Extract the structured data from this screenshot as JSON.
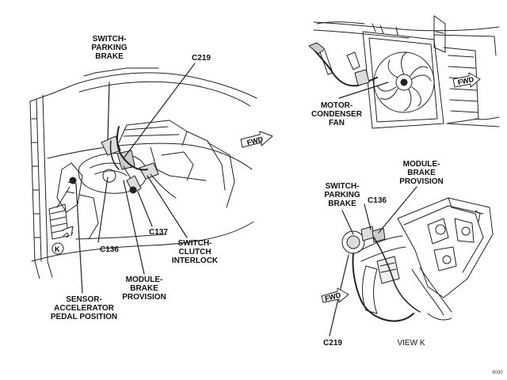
{
  "left_view": {
    "labels": {
      "switch_parking_brake": "SWITCH-\nPARKING\nBRAKE",
      "c219": "C219",
      "c137": "C137",
      "c136": "C136",
      "switch_clutch_interlock": "SWITCH-\nCLUTCH\nINTERLOCK",
      "module_brake_provision": "MODULE-\nBRAKE\nPROVISION",
      "sensor_accelerator": "SENSOR-\nACCELERATOR\nPEDAL POSITION",
      "fwd": "FWD",
      "view_marker": "K"
    }
  },
  "top_right_view": {
    "labels": {
      "motor_condenser_fan": "MOTOR-\nCONDENSER\nFAN",
      "fwd": "FWD"
    }
  },
  "bottom_right_view": {
    "labels": {
      "module_brake_provision": "MODULE-\nBRAKE\nPROVISION",
      "switch_parking_brake": "SWITCH-\nPARKING\nBRAKE",
      "c136": "C136",
      "c219": "C219",
      "view_k": "VIEW K",
      "fwd": "FWD"
    }
  },
  "figure_id": "80d0"
}
